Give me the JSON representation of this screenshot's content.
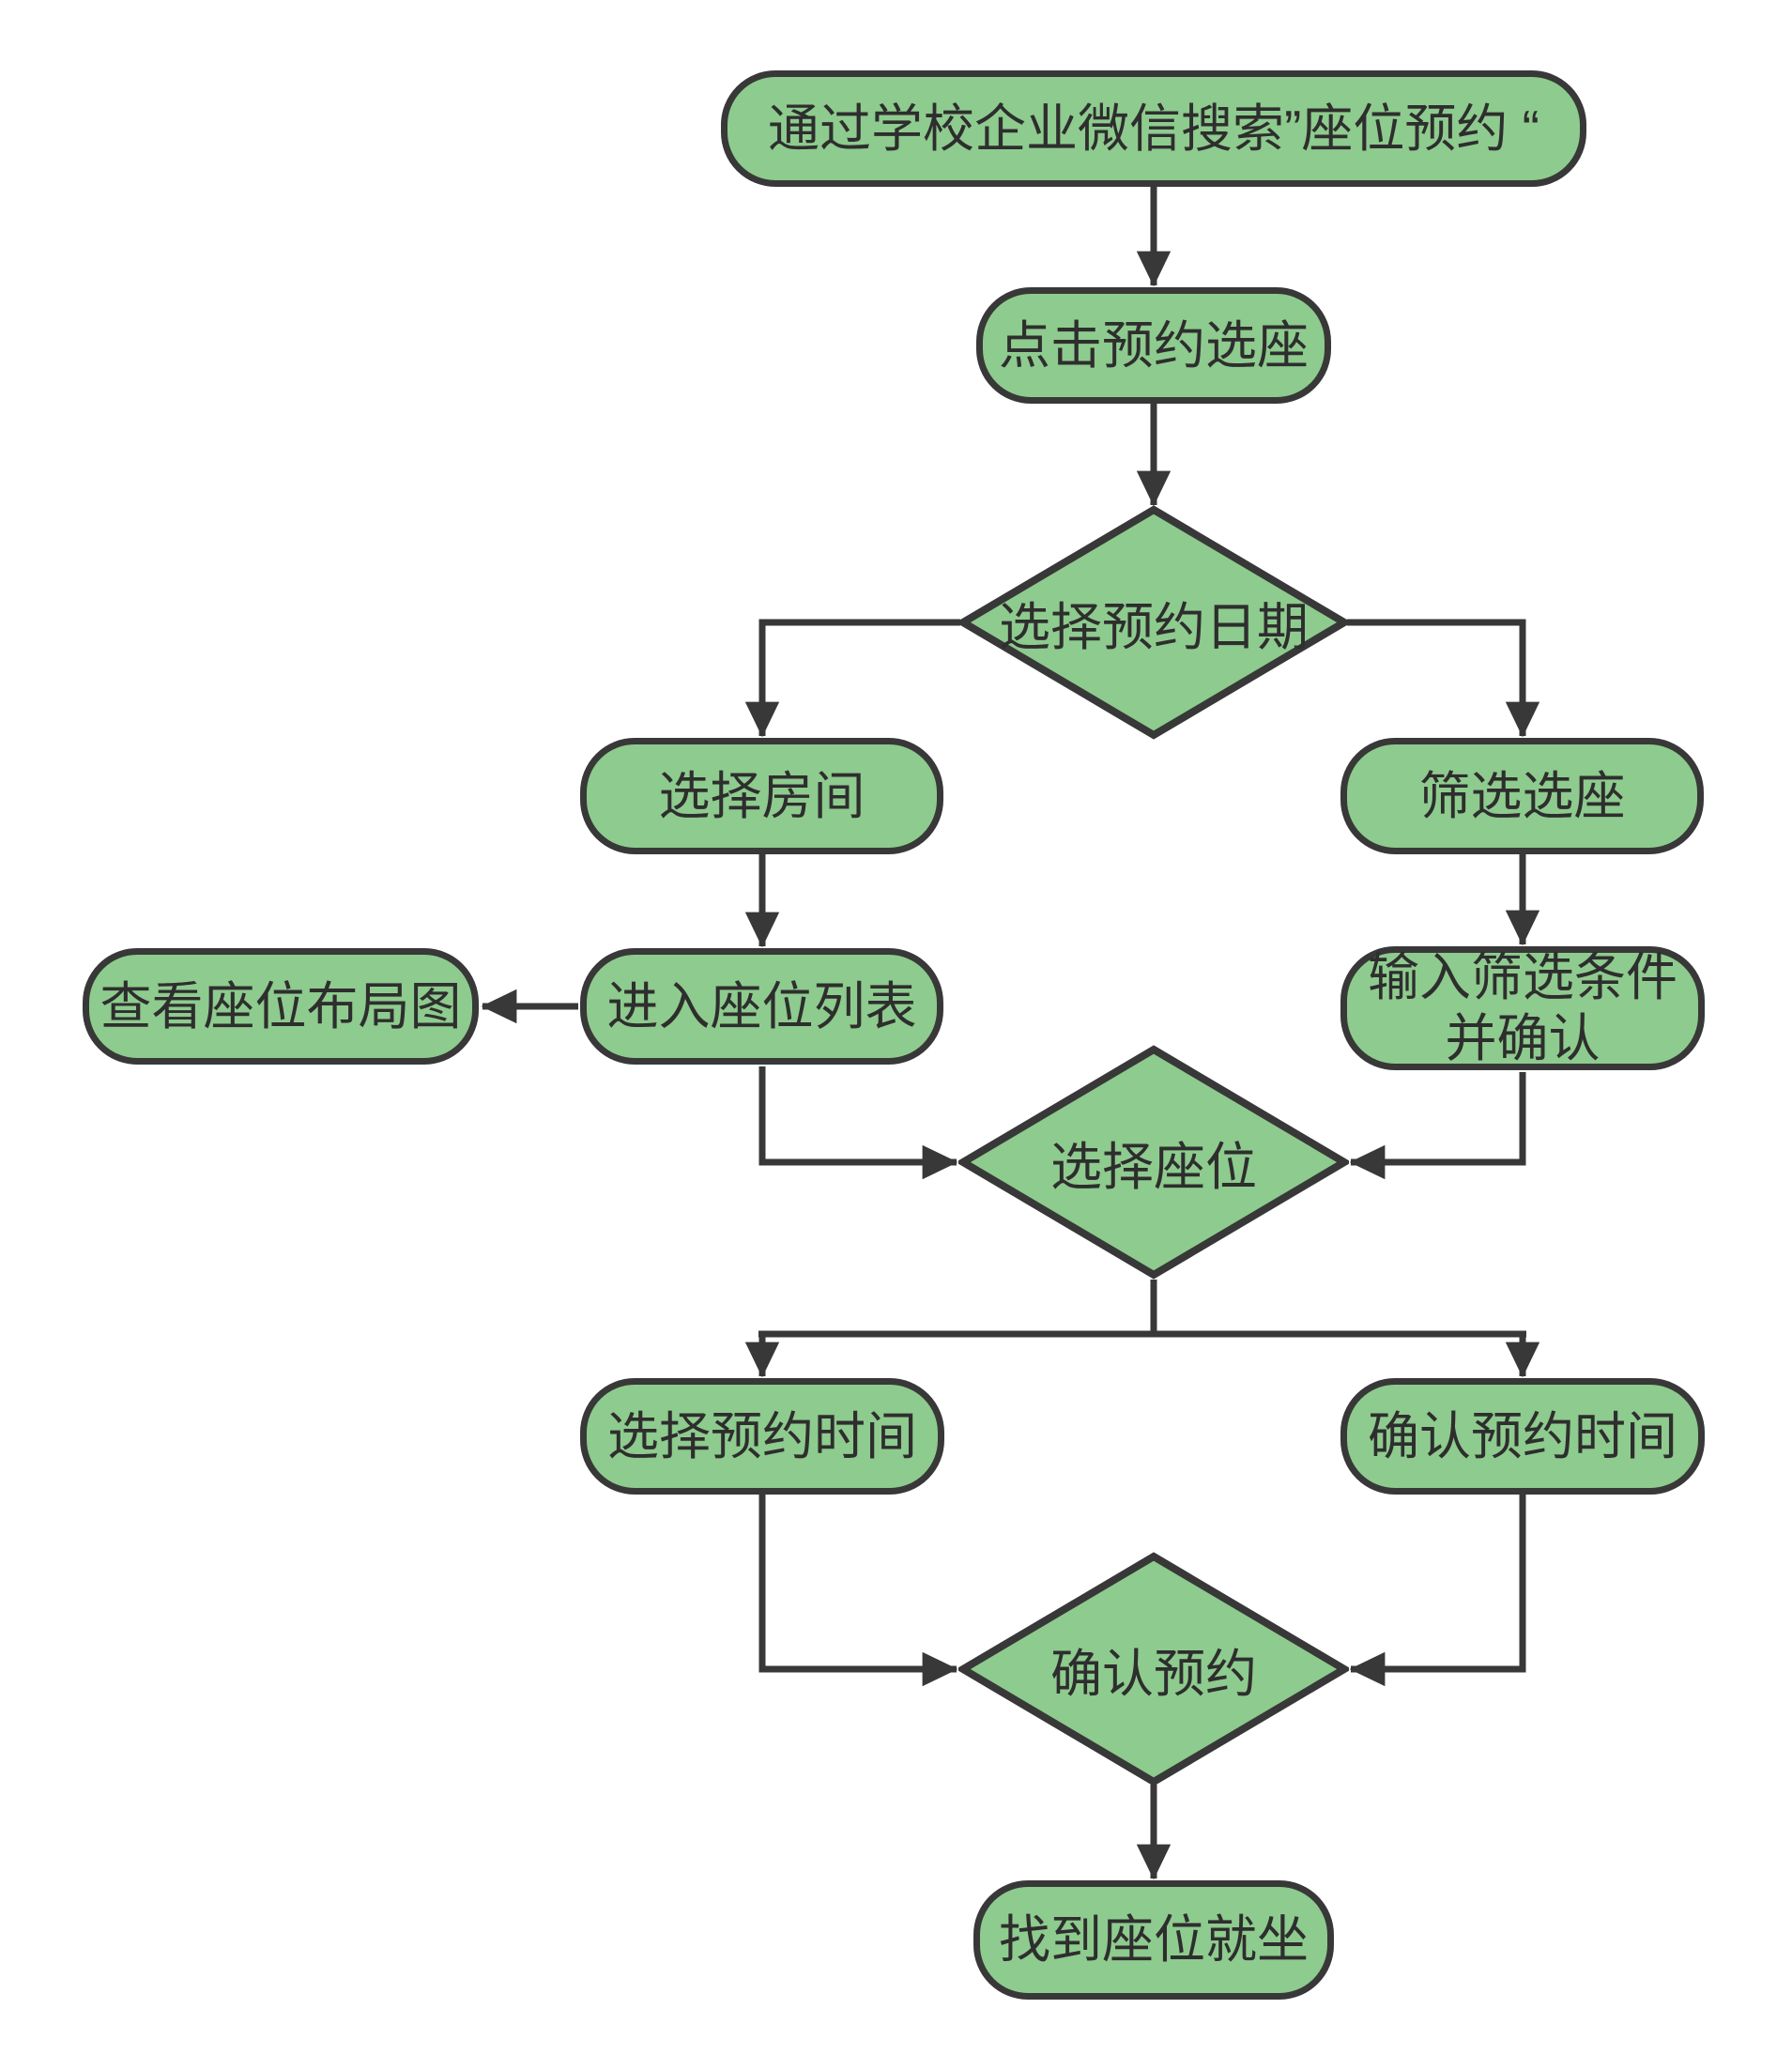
{
  "diagram": {
    "description": "seat-reservation-flowchart",
    "colors": {
      "background": "#ffffff",
      "node_fill": "#8ecb8e",
      "node_border": "#383838",
      "connector": "#383838",
      "text": "#2e2e2e"
    },
    "nodes": {
      "search_wechat": {
        "label": "通过学校企业微信搜索”座位预约 “"
      },
      "click_reserve": {
        "label": "点击预约选座"
      },
      "choose_date": {
        "label": "选择预约日期"
      },
      "choose_room": {
        "label": "选择房间"
      },
      "filter_seat": {
        "label": "筛选选座"
      },
      "view_layout": {
        "label": "查看座位布局图"
      },
      "enter_seat_list": {
        "label": "进入座位列表"
      },
      "input_filter": {
        "line1": "输入筛选条件",
        "line2": "并确认"
      },
      "choose_seat": {
        "label": "选择座位"
      },
      "choose_time": {
        "label": "选择预约时间"
      },
      "confirm_time": {
        "label": "确认预约时间"
      },
      "confirm_reservation": {
        "label": "确认预约"
      },
      "sit_down": {
        "label": "找到座位就坐"
      }
    }
  }
}
